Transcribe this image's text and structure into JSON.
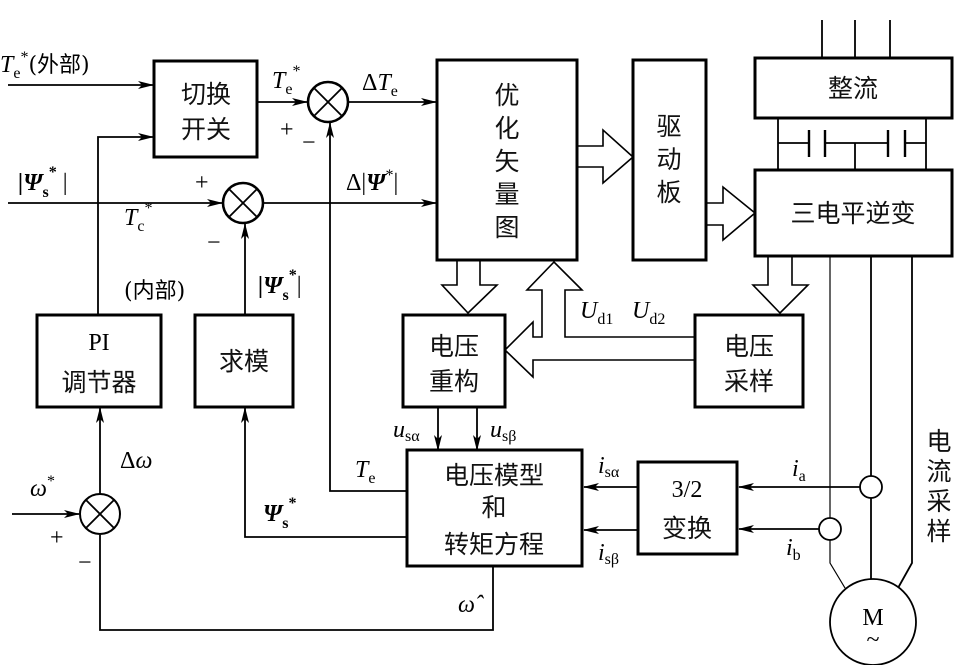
{
  "blocks": {
    "switch": [
      "切换",
      "开关"
    ],
    "optimize": [
      "优",
      "化",
      "矢",
      "量",
      "图"
    ],
    "driver": [
      "驱",
      "动",
      "板"
    ],
    "rectifier": "整流",
    "inverter": "三电平逆变",
    "pi": [
      "PI",
      "调节器"
    ],
    "modulus": "求模",
    "voltage_recon": [
      "电压",
      "重构"
    ],
    "voltage_sample": [
      "电压",
      "采样"
    ],
    "model": [
      "电压模型",
      "和",
      "转矩方程"
    ],
    "transform": [
      "3/2",
      "变换"
    ],
    "motor": "M",
    "motor_symbol": "~",
    "ac_symbol": "~",
    "current_sampling": [
      "电",
      "流",
      "采",
      "样"
    ]
  },
  "signals": {
    "te_ext": {
      "sym": "T",
      "sub": "e",
      "sup": "*",
      "note": "(外部)"
    },
    "te_ref": {
      "sym": "T",
      "sub": "e",
      "sup": "*"
    },
    "delta_te": {
      "pre": "Δ",
      "sym": "T",
      "sub": "e"
    },
    "flux_ref": {
      "text": "|Ψ",
      "sub": "s",
      "sup": "*",
      "end": " |"
    },
    "delta_flux": {
      "pre": "Δ|",
      "sym": "Ψ",
      "sup": "*",
      "end": "|"
    },
    "tc_ref": {
      "sym": "T",
      "sub": "c",
      "sup": "*",
      "note": "(内部)"
    },
    "flux_mag": {
      "text": "|Ψ",
      "sub": "s",
      "sup": "*",
      "end": "|"
    },
    "ud1": {
      "sym": "U",
      "sub": "d1"
    },
    "ud2": {
      "sym": "U",
      "sub": "d2"
    },
    "us_alpha": {
      "sym": "u",
      "sub": "sα"
    },
    "us_beta": {
      "sym": "u",
      "sub": "sβ"
    },
    "te": {
      "sym": "T",
      "sub": "e"
    },
    "flux_vec": {
      "sym": "Ψ",
      "sub": "s",
      "sup": "*"
    },
    "is_alpha": {
      "sym": "i",
      "sub": "sα"
    },
    "is_beta": {
      "sym": "i",
      "sub": "sβ"
    },
    "ia": {
      "sym": "i",
      "sub": "a"
    },
    "ib": {
      "sym": "i",
      "sub": "b"
    },
    "omega_ref": {
      "sym": "ω",
      "sup": "*"
    },
    "delta_omega": {
      "pre": "Δ",
      "sym": "ω"
    },
    "omega_hat": {
      "sym": "ω̂"
    }
  },
  "signs": {
    "plus": "+",
    "minus": "−"
  }
}
